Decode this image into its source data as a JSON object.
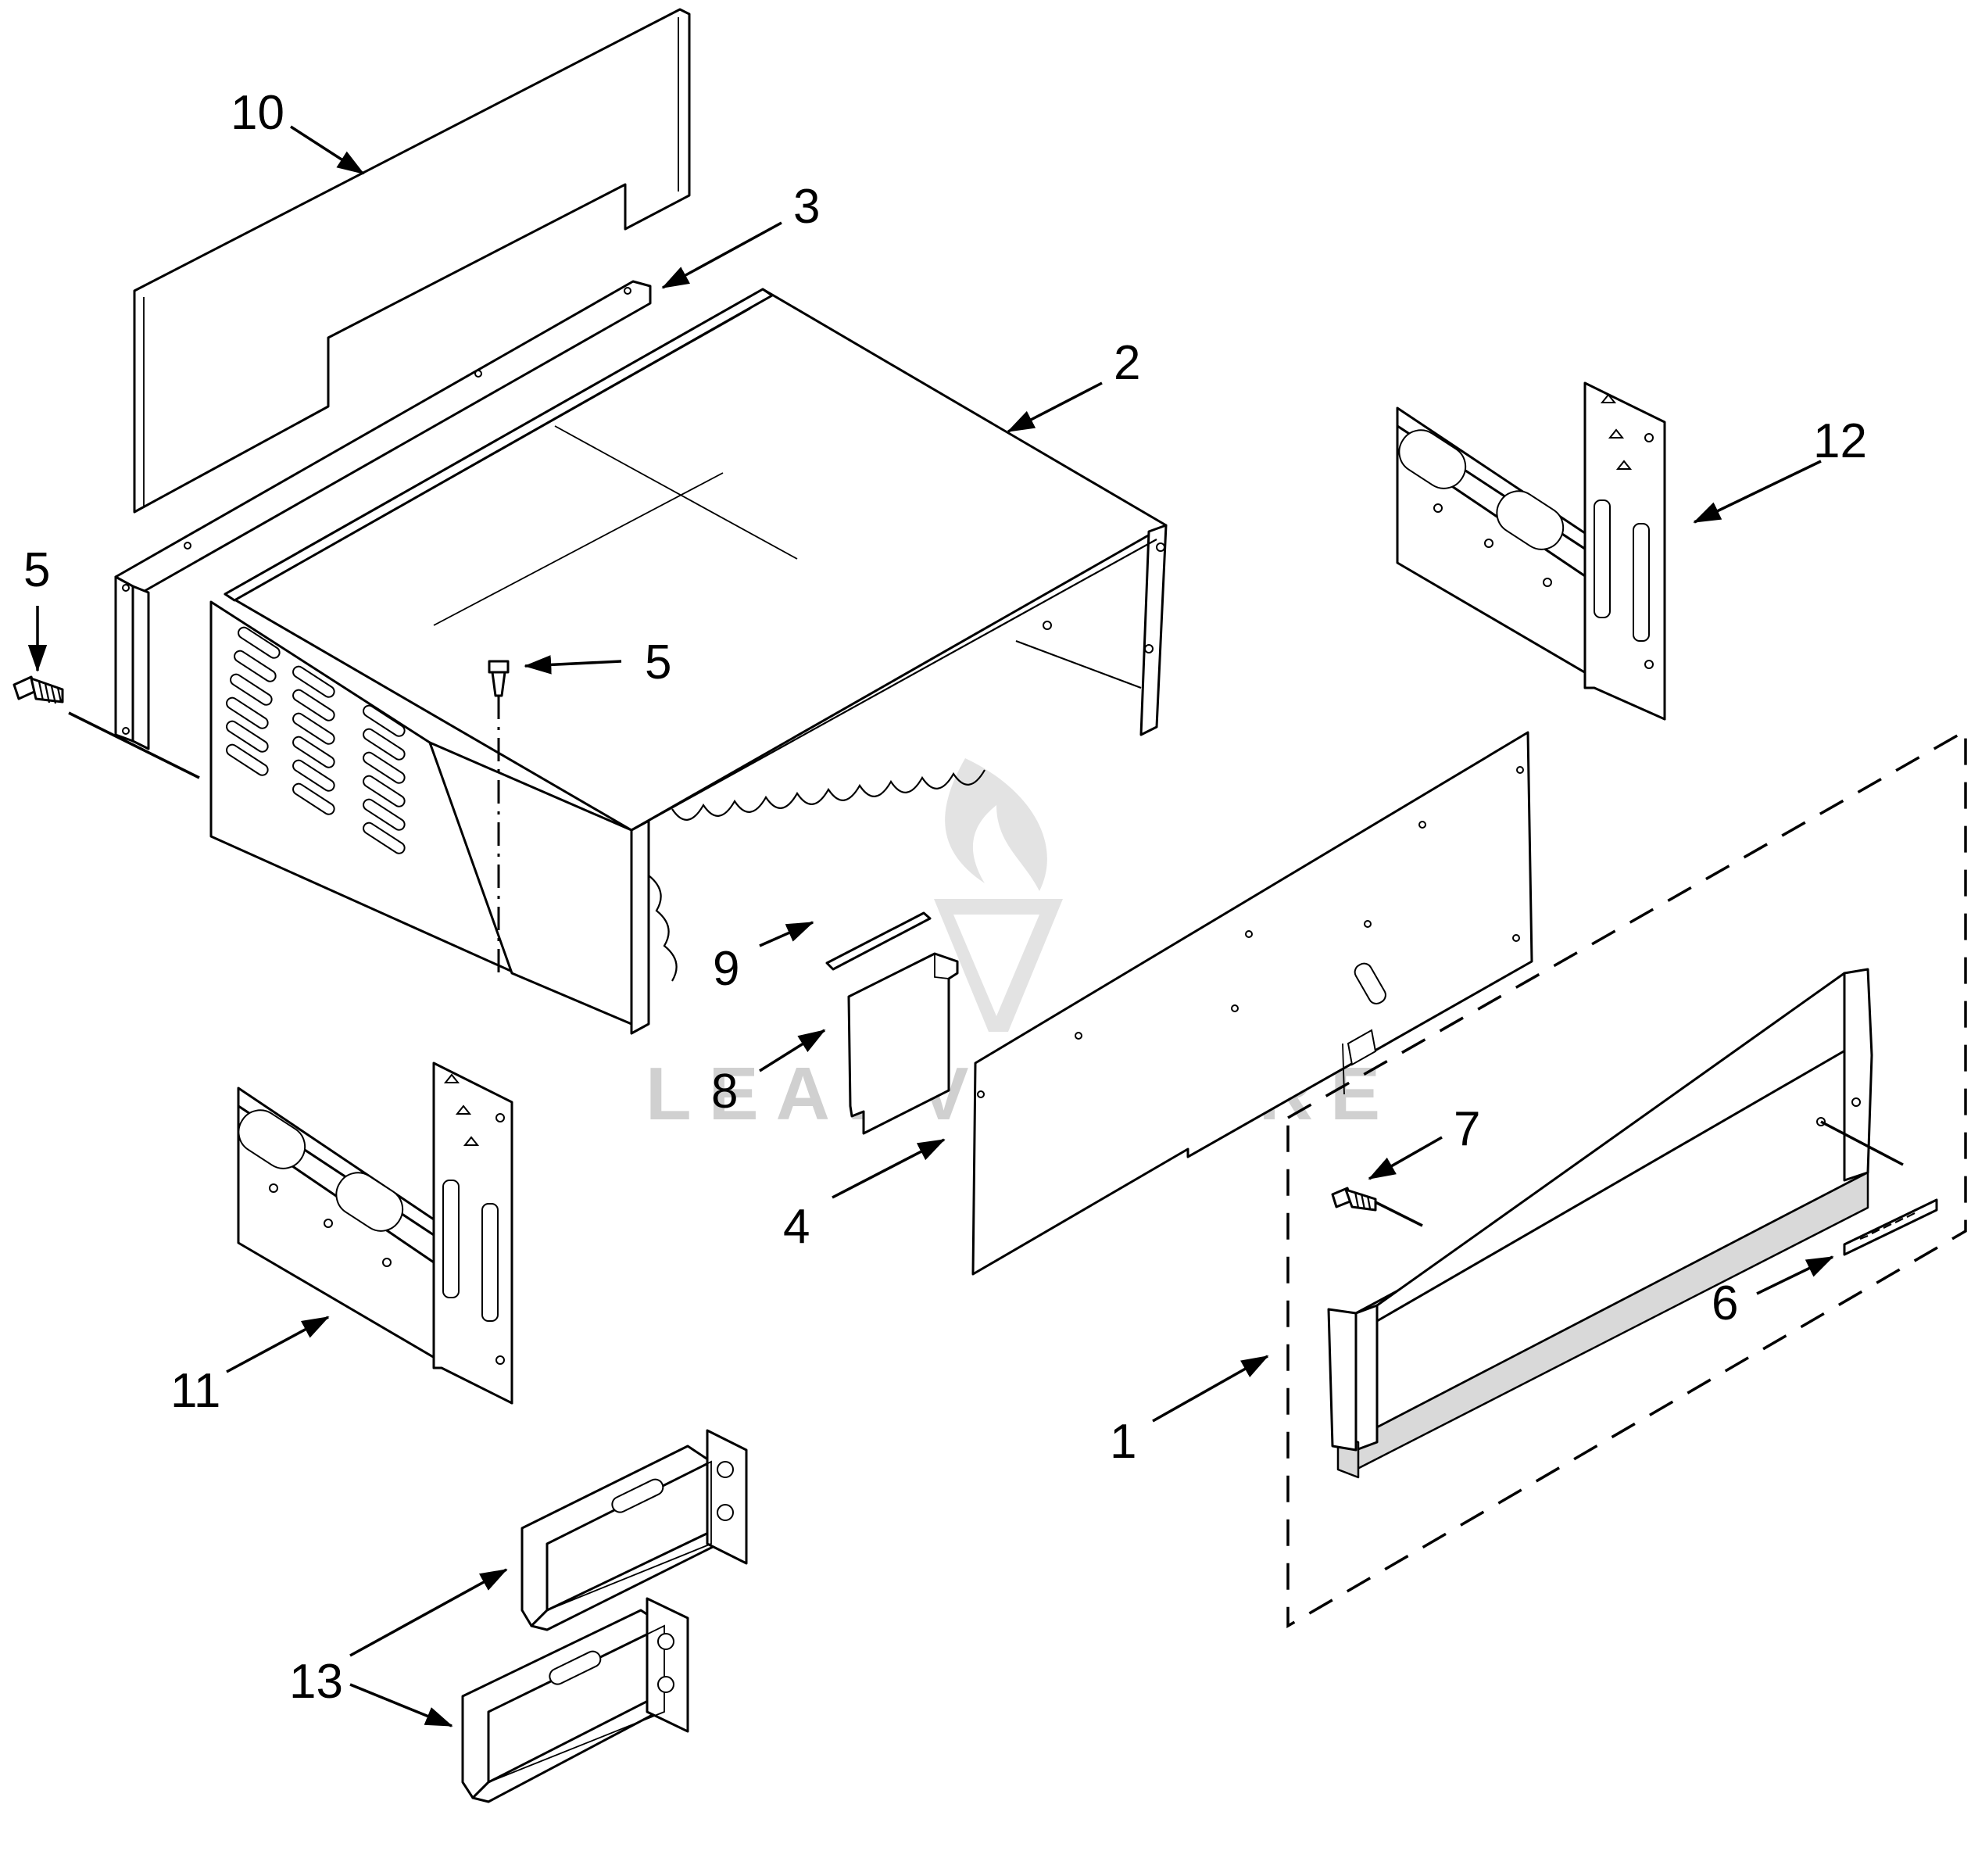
{
  "diagram": {
    "watermark": "LEADVENTURE",
    "callouts": {
      "c10": "10",
      "c3": "3",
      "c2": "2",
      "c12": "12",
      "c5a": "5",
      "c5b": "5",
      "c9": "9",
      "c8": "8",
      "c4": "4",
      "c7": "7",
      "c6": "6",
      "c1": "1",
      "c11": "11",
      "c13": "13"
    }
  }
}
